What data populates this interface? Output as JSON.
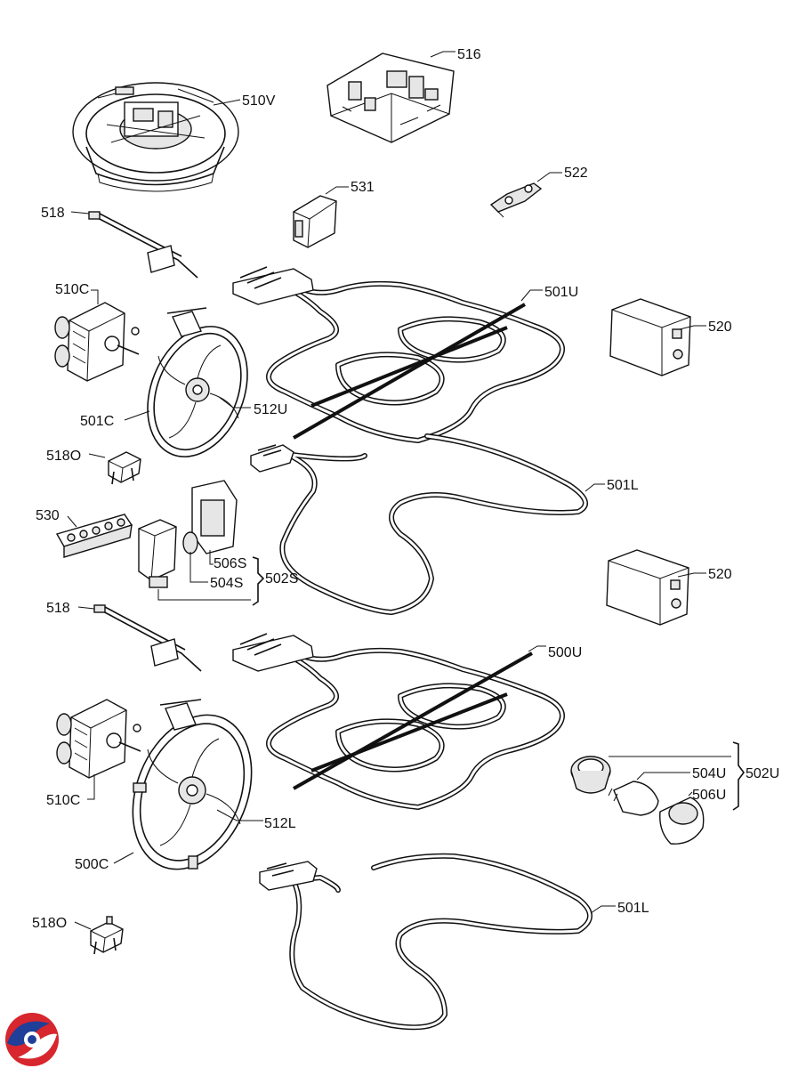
{
  "parts": [
    {
      "id": "p510V",
      "label": "510V"
    },
    {
      "id": "p516",
      "label": "516"
    },
    {
      "id": "p531",
      "label": "531"
    },
    {
      "id": "p522",
      "label": "522"
    },
    {
      "id": "p518a",
      "label": "518"
    },
    {
      "id": "p510Ca",
      "label": "510C"
    },
    {
      "id": "p501U",
      "label": "501U"
    },
    {
      "id": "p520a",
      "label": "520"
    },
    {
      "id": "p501C",
      "label": "501C"
    },
    {
      "id": "p512U",
      "label": "512U"
    },
    {
      "id": "p518Oa",
      "label": "518O"
    },
    {
      "id": "p501La",
      "label": "501L"
    },
    {
      "id": "p530",
      "label": "530"
    },
    {
      "id": "p506S",
      "label": "506S"
    },
    {
      "id": "p504S",
      "label": "504S"
    },
    {
      "id": "p502S",
      "label": "502S"
    },
    {
      "id": "p520b",
      "label": "520"
    },
    {
      "id": "p518b",
      "label": "518"
    },
    {
      "id": "p500U",
      "label": "500U"
    },
    {
      "id": "p510Cb",
      "label": "510C"
    },
    {
      "id": "p502U",
      "label": "502U"
    },
    {
      "id": "p504U",
      "label": "504U"
    },
    {
      "id": "p506U",
      "label": "506U"
    },
    {
      "id": "p512L",
      "label": "512L"
    },
    {
      "id": "p500C",
      "label": "500C"
    },
    {
      "id": "p501Lb",
      "label": "501L"
    },
    {
      "id": "p518Ob",
      "label": "518O"
    }
  ],
  "colors": {
    "logo_red": "#d7262e",
    "logo_blue": "#1f3f99"
  }
}
